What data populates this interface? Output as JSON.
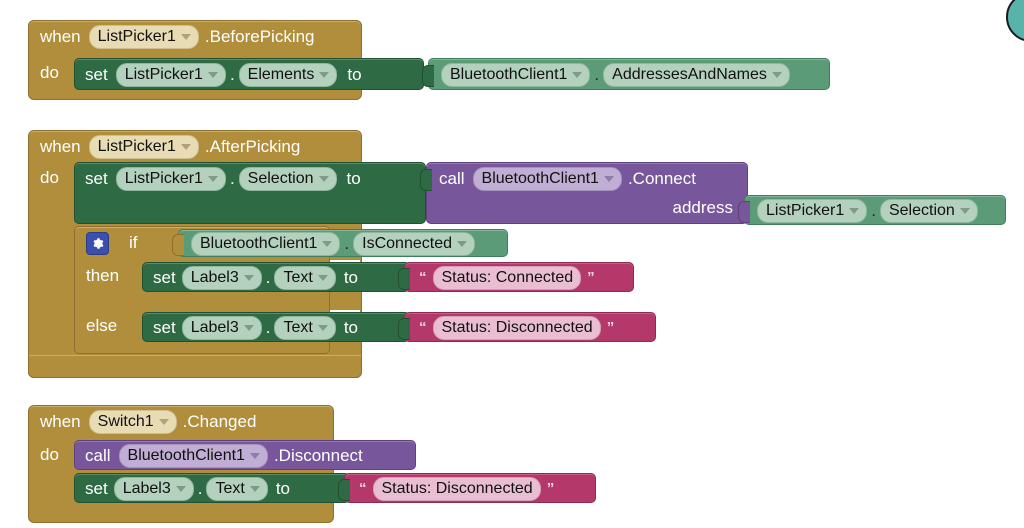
{
  "app": {
    "title": "MIT App Inventor Blocks Editor",
    "workspace_background": "#ffffff"
  },
  "colors": {
    "event_block": "#b18e3c",
    "control_block": "#b18e3c",
    "setter_block": "#2e6b45",
    "getter_block": "#5b9b77",
    "call_block": "#77569b",
    "text_block": "#b4386a",
    "mutator_icon": "#3a4fae",
    "teal_control": "#58b3ab"
  },
  "blocks": [
    {
      "id": "block-beforepicking",
      "type": "event",
      "when_label": "when",
      "component": "ListPicker1",
      "event": ".BeforePicking",
      "do_label": "do",
      "body": [
        {
          "type": "setter",
          "set_label": "set",
          "component": "ListPicker1",
          "dot": ".",
          "property": "Elements",
          "to_label": "to",
          "value": {
            "type": "getter",
            "component": "BluetoothClient1",
            "dot": ".",
            "property": "AddressesAndNames"
          }
        }
      ]
    },
    {
      "id": "block-afterpicking",
      "type": "event",
      "when_label": "when",
      "component": "ListPicker1",
      "event": ".AfterPicking",
      "do_label": "do",
      "body": [
        {
          "type": "setter",
          "set_label": "set",
          "component": "ListPicker1",
          "dot": ".",
          "property": "Selection",
          "to_label": "to",
          "value": {
            "type": "call",
            "call_label": "call",
            "component": "BluetoothClient1",
            "method": ".Connect",
            "args": [
              {
                "name": "address",
                "value": {
                  "type": "getter",
                  "component": "ListPicker1",
                  "dot": ".",
                  "property": "Selection"
                }
              }
            ]
          }
        },
        {
          "type": "if",
          "mutator_icon": "gear-icon",
          "if_label": "if",
          "condition": {
            "type": "getter",
            "component": "BluetoothClient1",
            "dot": ".",
            "property": "IsConnected"
          },
          "then_label": "then",
          "then_body": [
            {
              "type": "setter",
              "set_label": "set",
              "component": "Label3",
              "dot": ".",
              "property": "Text",
              "to_label": "to",
              "value": {
                "type": "text",
                "open_quote": "“",
                "text": "Status: Connected",
                "close_quote": "”"
              }
            }
          ],
          "else_label": "else",
          "else_body": [
            {
              "type": "setter",
              "set_label": "set",
              "component": "Label3",
              "dot": ".",
              "property": "Text",
              "to_label": "to",
              "value": {
                "type": "text",
                "open_quote": "“",
                "text": "Status: Disconnected",
                "close_quote": "”"
              }
            }
          ]
        }
      ]
    },
    {
      "id": "block-switch-changed",
      "type": "event",
      "when_label": "when",
      "component": "Switch1",
      "event": ".Changed",
      "do_label": "do",
      "body": [
        {
          "type": "call",
          "call_label": "call",
          "component": "BluetoothClient1",
          "method": ".Disconnect"
        },
        {
          "type": "setter",
          "set_label": "set",
          "component": "Label3",
          "dot": ".",
          "property": "Text",
          "to_label": "to",
          "value": {
            "type": "text",
            "open_quote": "“",
            "text": "Status: Disconnected",
            "close_quote": "”"
          }
        }
      ]
    }
  ],
  "b1": {
    "when": "when",
    "component": "ListPicker1",
    "event": ".BeforePicking",
    "do": "do",
    "set": "set",
    "setter_component": "ListPicker1",
    "dot": ".",
    "property": "Elements",
    "to": "to",
    "getter_component": "BluetoothClient1",
    "getter_property": "AddressesAndNames"
  },
  "b2": {
    "when": "when",
    "component": "ListPicker1",
    "event": ".AfterPicking",
    "do": "do",
    "set": "set",
    "setter_component": "ListPicker1",
    "dot": ".",
    "property": "Selection",
    "to": "to",
    "call": "call",
    "call_component": "BluetoothClient1",
    "method": ".Connect",
    "arg_name": "address",
    "arg_component": "ListPicker1",
    "arg_property": "Selection",
    "if": "if",
    "cond_component": "BluetoothClient1",
    "cond_property": "IsConnected",
    "then": "then",
    "then_set": "set",
    "then_component": "Label3",
    "then_property": "Text",
    "then_to": "to",
    "then_text": "Status: Connected",
    "else": "else",
    "else_set": "set",
    "else_component": "Label3",
    "else_property": "Text",
    "else_to": "to",
    "else_text": "Status: Disconnected",
    "open_quote": "“",
    "close_quote": "”"
  },
  "b3": {
    "when": "when",
    "component": "Switch1",
    "event": ".Changed",
    "do": "do",
    "call": "call",
    "call_component": "BluetoothClient1",
    "method": ".Disconnect",
    "set": "set",
    "setter_component": "Label3",
    "dot": ".",
    "property": "Text",
    "to": "to",
    "text": "Status: Disconnected",
    "open_quote": "“",
    "close_quote": "”"
  }
}
